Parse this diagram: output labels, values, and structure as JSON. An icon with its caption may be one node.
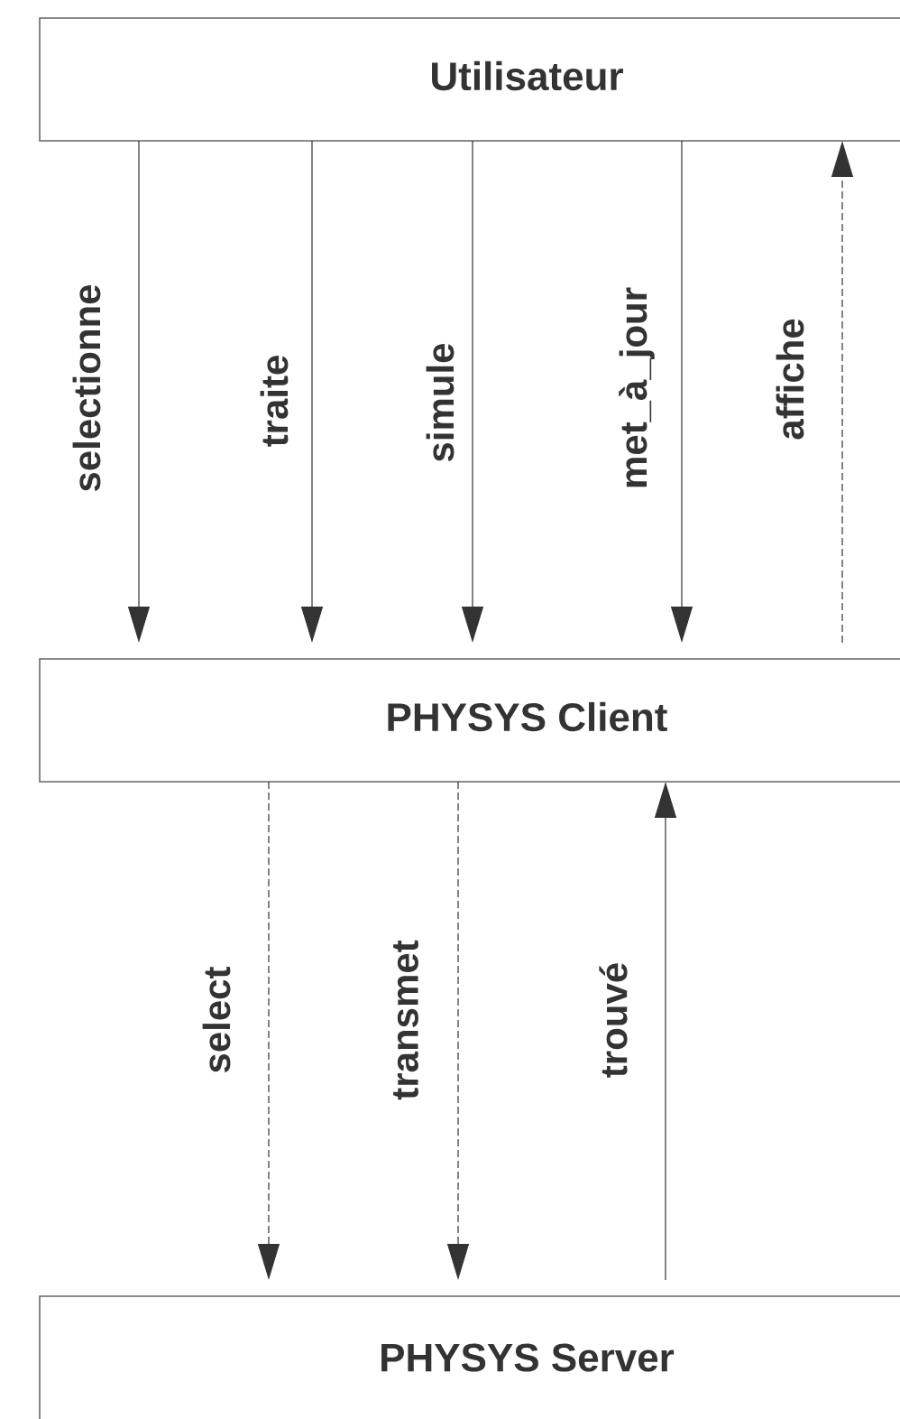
{
  "diagram": {
    "nodes": [
      {
        "text": [
          "Utilisateur"
        ]
      },
      {
        "text": [
          "PHYSYS Client"
        ]
      },
      {
        "text": [
          "PHYSYS Server"
        ]
      }
    ],
    "edges": [
      {
        "from": 0,
        "to": 1,
        "arrow": "to",
        "label": "selectionne"
      },
      {
        "from": 0,
        "to": 1,
        "arrow": "to",
        "label": "traite"
      },
      {
        "from": 0,
        "to": 1,
        "arrow": "to",
        "label": "simule"
      },
      {
        "from": 0,
        "to": 1,
        "arrow": "to",
        "label": "met_à_jour"
      },
      {
        "from": 1,
        "to": 0,
        "arrow": "to",
        "label": "affiche",
        "style": "dashed"
      },
      {
        "from": 1,
        "to": 2,
        "arrow": "to",
        "label": "select",
        "style": "dashed"
      },
      {
        "from": 1,
        "to": 2,
        "arrow": "to",
        "label": "transmet",
        "style": "dashed"
      },
      {
        "from": 2,
        "to": 1,
        "arrow": "to",
        "label": "trouvé"
      }
    ]
  }
}
